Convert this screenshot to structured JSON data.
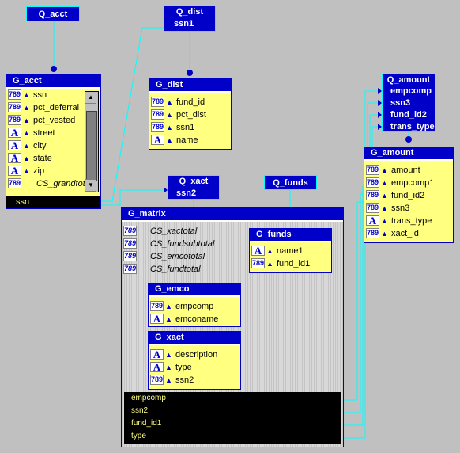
{
  "queries": {
    "q_acct": {
      "title": "Q_acct"
    },
    "q_dist": {
      "title": "Q_dist",
      "columns": [
        "ssn1"
      ]
    },
    "q_xact": {
      "title": "Q_xact",
      "columns": [
        "ssn2"
      ]
    },
    "q_funds": {
      "title": "Q_funds"
    },
    "q_amount": {
      "title": "Q_amount",
      "columns": [
        "empcomp",
        "ssn3",
        "fund_id2",
        "trans_type"
      ]
    }
  },
  "groups": {
    "g_acct": {
      "title": "G_acct",
      "rows": [
        {
          "type": "num",
          "label": "ssn"
        },
        {
          "type": "num",
          "label": "pct_deferral"
        },
        {
          "type": "num",
          "label": "pct_vested"
        },
        {
          "type": "alpha",
          "label": "street"
        },
        {
          "type": "alpha",
          "label": "city"
        },
        {
          "type": "alpha",
          "label": "state"
        },
        {
          "type": "alpha",
          "label": "zip"
        },
        {
          "type": "num",
          "label": "CS_grandtot",
          "summary": true
        }
      ],
      "break_column": "ssn"
    },
    "g_dist": {
      "title": "G_dist",
      "rows": [
        {
          "type": "num",
          "label": "fund_id"
        },
        {
          "type": "num",
          "label": "pct_dist"
        },
        {
          "type": "num",
          "label": "ssn1"
        },
        {
          "type": "alpha",
          "label": "name"
        }
      ]
    },
    "g_amount": {
      "title": "G_amount",
      "rows": [
        {
          "type": "num",
          "label": "amount"
        },
        {
          "type": "num",
          "label": "empcomp1"
        },
        {
          "type": "num",
          "label": "fund_id2"
        },
        {
          "type": "num",
          "label": "ssn3"
        },
        {
          "type": "alpha",
          "label": "trans_type"
        },
        {
          "type": "num",
          "label": "xact_id"
        }
      ]
    },
    "g_matrix": {
      "title": "G_matrix",
      "rows": [
        {
          "type": "num",
          "label": "CS_xactotal"
        },
        {
          "type": "num",
          "label": "CS_fundsubtotal"
        },
        {
          "type": "num",
          "label": "CS_emcototal"
        },
        {
          "type": "num",
          "label": "CS_fundtotal"
        }
      ],
      "cross_columns": [
        "empcomp",
        "ssn2",
        "fund_id1",
        "type"
      ]
    },
    "g_funds": {
      "title": "G_funds",
      "rows": [
        {
          "type": "alpha",
          "label": "name1"
        },
        {
          "type": "num",
          "label": "fund_id1"
        }
      ]
    },
    "g_emco": {
      "title": "G_emco",
      "rows": [
        {
          "type": "num",
          "label": "empcomp"
        },
        {
          "type": "alpha",
          "label": "emconame"
        }
      ]
    },
    "g_xact": {
      "title": "G_xact",
      "rows": [
        {
          "type": "alpha",
          "label": "description"
        },
        {
          "type": "alpha",
          "label": "type"
        },
        {
          "type": "num",
          "label": "ssn2"
        }
      ]
    }
  },
  "icons": {
    "num": "789",
    "alpha": "A",
    "arrow": "up-arrow-icon"
  },
  "colors": {
    "query_bg": "#0000c8",
    "group_bg": "#ffff80",
    "link": "#00ffff",
    "canvas": "#c0c0c0"
  }
}
